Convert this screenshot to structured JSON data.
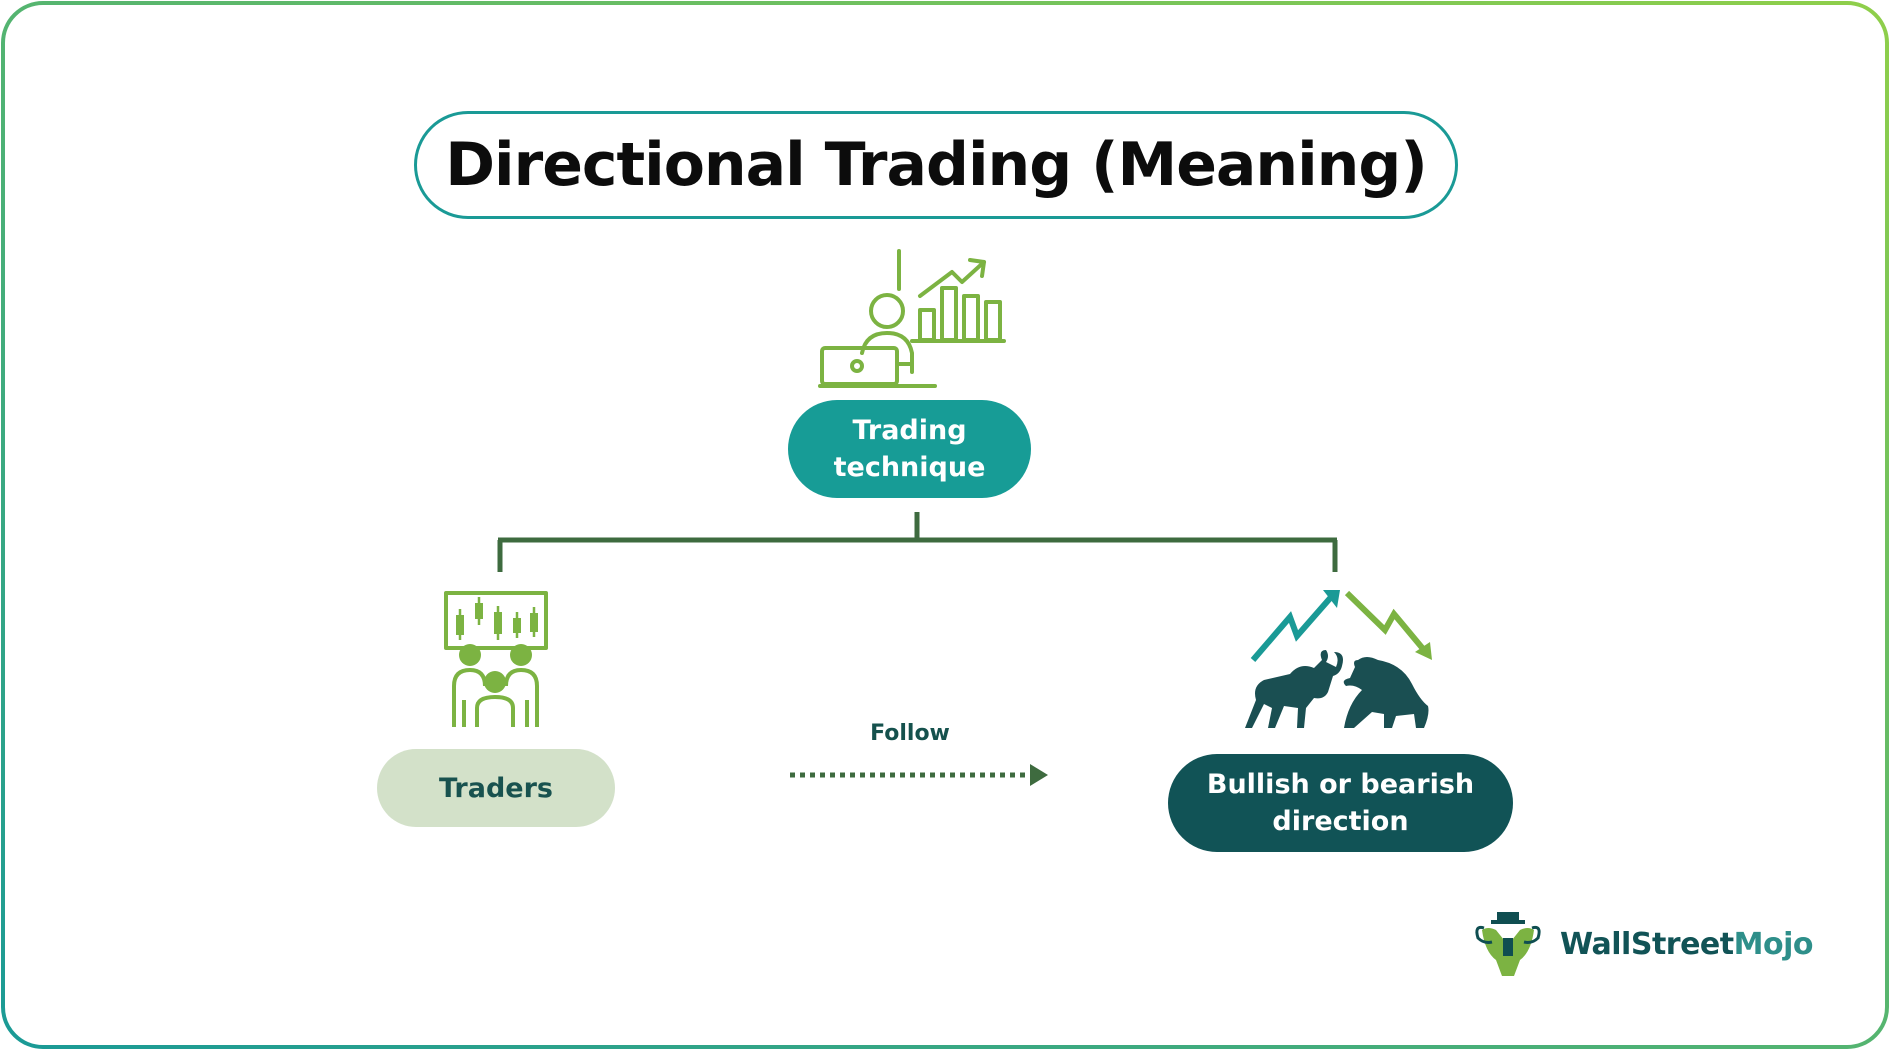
{
  "title": "Directional Trading (Meaning)",
  "nodes": {
    "technique": "Trading technique",
    "traders": "Traders",
    "direction": "Bullish or bearish direction"
  },
  "edge_label": "Follow",
  "brand": {
    "part1": "WallStreet",
    "part2": "Mojo"
  },
  "icons": [
    "trader-laptop-chart-icon",
    "traders-group-candlestick-icon",
    "bull-bear-icon",
    "wallstreetmojo-logo-icon"
  ],
  "colors": {
    "teal": "#179c96",
    "dark_teal": "#115356",
    "light_green": "#d3e1c9",
    "icon_green": "#7cb342",
    "connector": "#3e6b3f",
    "frame_gradient": [
      "#1a9a96",
      "#8fcf4a"
    ]
  }
}
